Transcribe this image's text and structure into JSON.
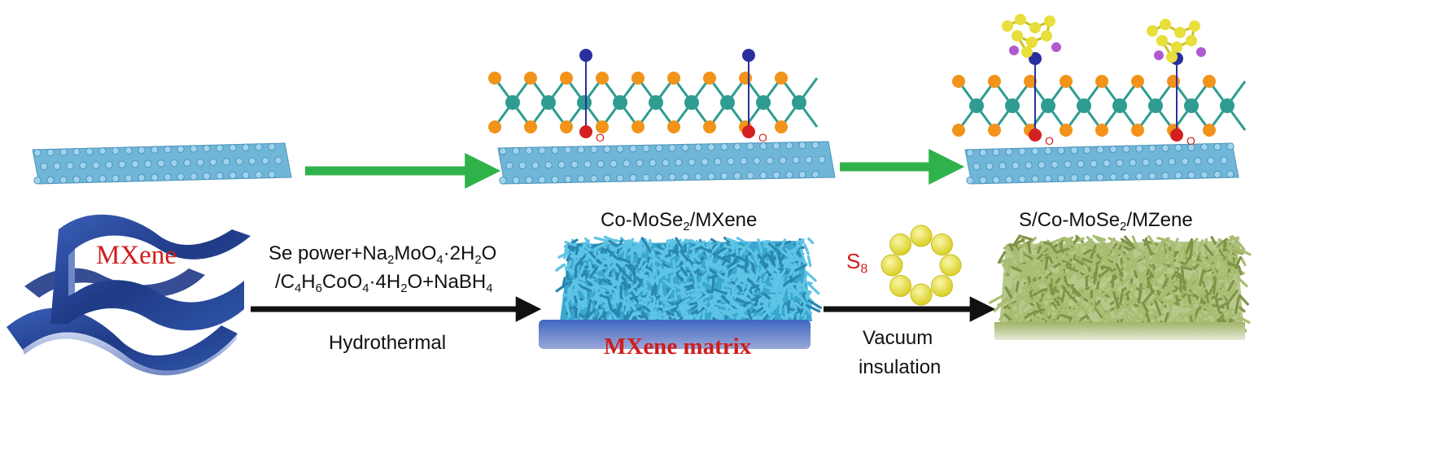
{
  "colors": {
    "mxene_layer": "#6fb6d9",
    "mxene_atom": "#9fd3ee",
    "green_arrow": "#2fb24a",
    "black_arrow": "#111111",
    "mo": "#2e9c91",
    "se": "#f2931a",
    "co": "#2a2f9e",
    "o": "#d32020",
    "s": "#e8df3c",
    "li": "#b05ad0",
    "sheet_blue": "#2d4a9a",
    "nanoflake_blue": "#5ec4e6",
    "nanoflake_green": "#a9bd72",
    "red_text": "#d11c1c"
  },
  "labels": {
    "mxene_sheet": "MXene",
    "reagent_line1": {
      "a": "Se power+Na",
      "b": "2",
      "c": "MoO",
      "d": "4",
      "e": "·2H",
      "f": "2",
      "g": "O"
    },
    "reagent_line2": {
      "a": "/C",
      "b": "4",
      "c": "H",
      "d": "6",
      "e": "CoO",
      "f": "4",
      "g": "·4H",
      "h": "2",
      "i": "O+NaBH",
      "j": "4"
    },
    "process1": "Hydrothermal",
    "product1": {
      "a": "Co-MoSe",
      "b": "2",
      "c": "/MXene"
    },
    "matrix": "MXene matrix",
    "s8": {
      "a": "S",
      "b": "8"
    },
    "process2_line1": "Vacuum",
    "process2_line2": "insulation",
    "product2": {
      "a": "S/Co-MoSe",
      "b": "2",
      "c": "/MZene"
    },
    "o_marker": "O"
  },
  "icons": [
    "mxene-sheet-icon",
    "green-arrow-icon",
    "black-arrow-icon",
    "s8-ring-icon",
    "atomic-model-icon",
    "nanoflake-film-icon"
  ]
}
